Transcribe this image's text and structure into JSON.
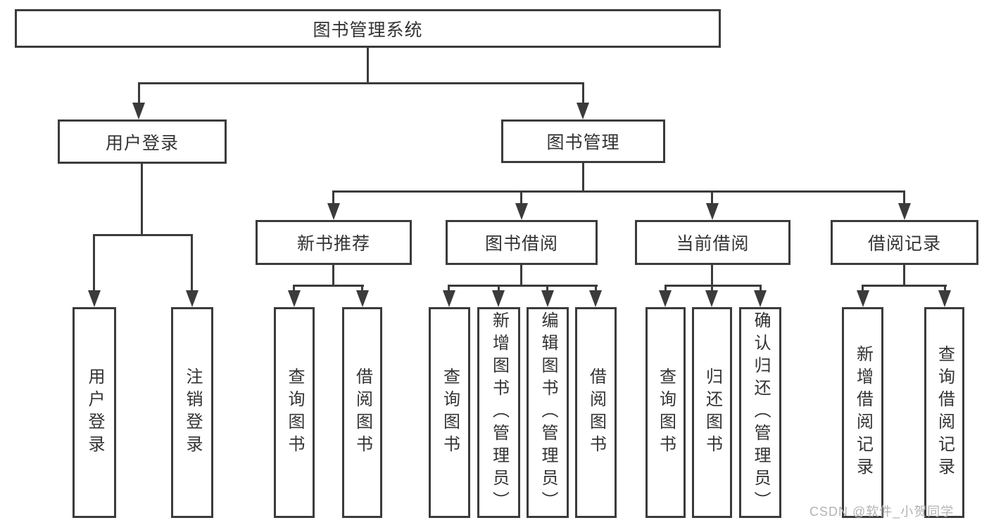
{
  "diagram": {
    "root": "图书管理系统",
    "level2": {
      "user_login": "用户登录",
      "book_management": "图书管理"
    },
    "level3": {
      "new_book_recommend": "新书推荐",
      "book_borrow": "图书借阅",
      "current_borrow": "当前借阅",
      "borrow_records": "借阅记录"
    },
    "leaves": {
      "user_login": "用户登录",
      "logout": "注销登录",
      "rec_query_book": "查询图书",
      "rec_borrow_book": "借阅图书",
      "bb_query_book": "查询图书",
      "bb_add_book": "新增图书（管理员）",
      "bb_edit_book": "编辑图书（管理员）",
      "bb_borrow_book": "借阅图书",
      "cb_query_book": "查询图书",
      "cb_return_book": "归还图书",
      "cb_confirm_return": "确认归还（管理员）",
      "br_add_record": "新增借阅记录",
      "br_query_record": "查询借阅记录"
    }
  },
  "watermark": "CSDN @软件_小贺同学",
  "colors": {
    "line": "#3b3b3b",
    "text": "#333333",
    "watermark": "#b3b3b3",
    "background": "#ffffff"
  }
}
